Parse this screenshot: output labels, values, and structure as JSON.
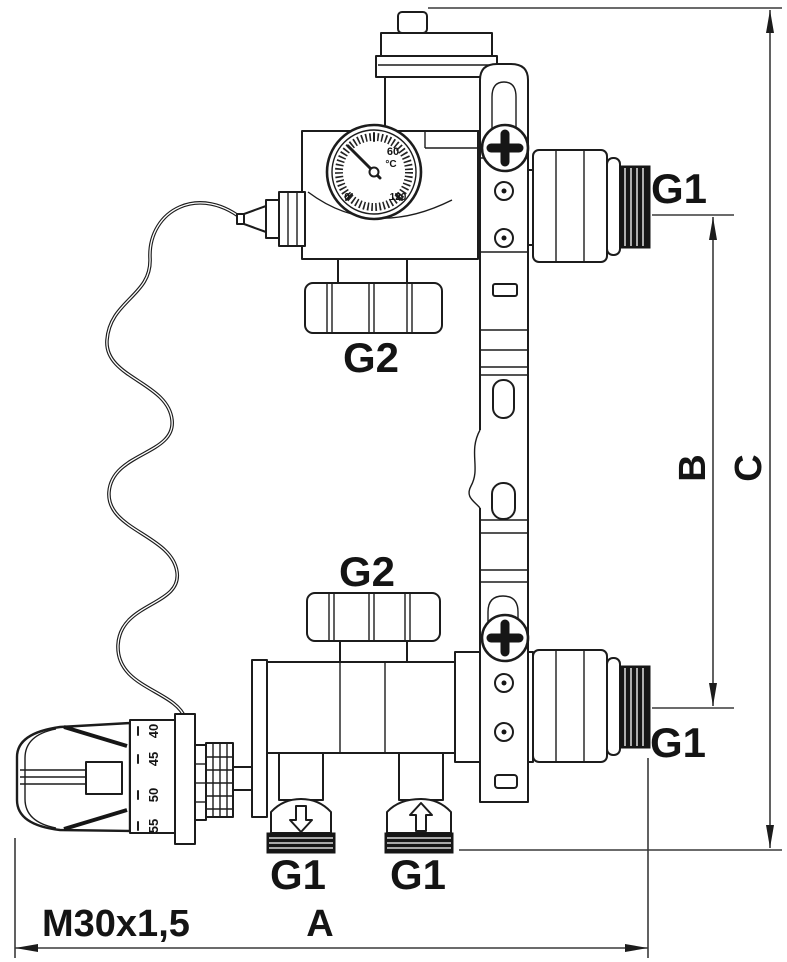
{
  "drawing": {
    "background": "#ffffff",
    "line_color": "#1c1c1c",
    "type": "technical-dimension-drawing"
  },
  "labels": {
    "g1_top_right": "G1",
    "g1_bottom_right": "G1",
    "g1_bottom_left": "G1",
    "g1_bottom_center": "G1",
    "g2_top": "G2",
    "g2_bottom": "G2"
  },
  "dimensions": {
    "width": "A",
    "port_spacing": "B",
    "height": "C",
    "thermostat_thread": "M30x1,5"
  },
  "thermometer": {
    "unit": "°C",
    "ticks": [
      "0",
      "60",
      "120"
    ]
  },
  "thermostat_head": {
    "scale": [
      "40",
      "45",
      "50",
      "55"
    ]
  }
}
